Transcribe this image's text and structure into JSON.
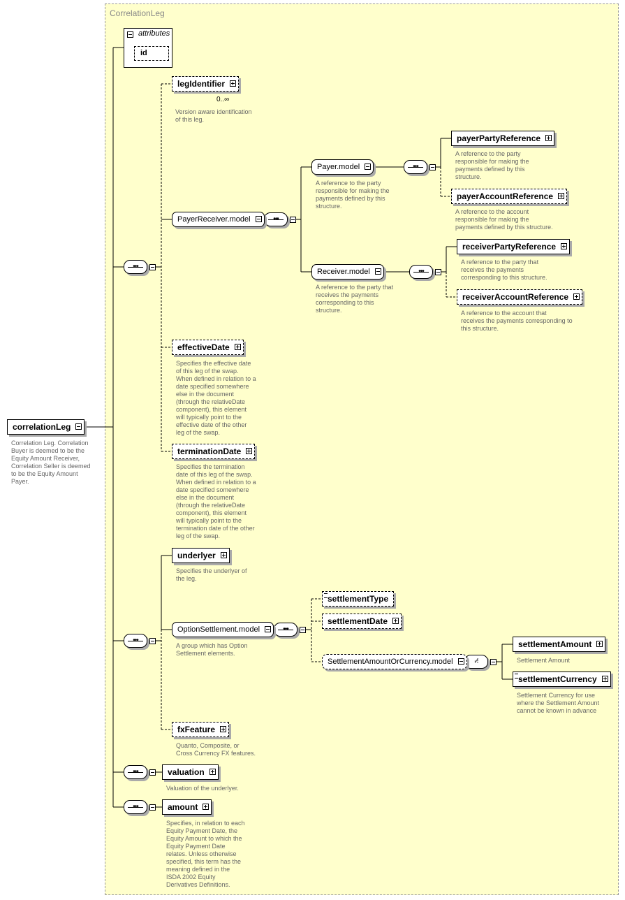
{
  "container": {
    "title": "CorrelationLeg"
  },
  "attributes": {
    "title": "attributes",
    "id_label": "id"
  },
  "root": {
    "label": "correlationLeg",
    "doc": "Correlation Leg. Correlation\nBuyer is deemed to be the\nEquity Amount Receiver,\nCorrelation Seller is deemed\nto be the Equity Amount\nPayer."
  },
  "legIdentifier": {
    "label": "legIdentifier",
    "occurrence": "0..∞",
    "doc": "Version aware identification\nof this leg."
  },
  "payerReceiver": {
    "label": "PayerReceiver.model"
  },
  "payerModel": {
    "label": "Payer.model",
    "doc": "A reference to the party\nresponsible for making the\npayments defined by this\nstructure."
  },
  "payerPartyReference": {
    "label": "payerPartyReference",
    "doc": "A reference to the party\nresponsible for making the\npayments defined by this\nstructure."
  },
  "payerAccountReference": {
    "label": "payerAccountReference",
    "doc": "A reference to the account\nresponsible for making the\npayments defined by this structure."
  },
  "receiverModel": {
    "label": "Receiver.model",
    "doc": "A reference to the party that\nreceives the payments\ncorresponding to this\nstructure."
  },
  "receiverPartyReference": {
    "label": "receiverPartyReference",
    "doc": "A reference to the party that\nreceives the payments\ncorresponding to this structure."
  },
  "receiverAccountReference": {
    "label": "receiverAccountReference",
    "doc": "A reference to the account that\nreceives the payments corresponding to\nthis structure."
  },
  "effectiveDate": {
    "label": "effectiveDate",
    "doc": "Specifies the effective date\nof this leg of the swap.\nWhen defined in relation to a\ndate specified somewhere\nelse in the document\n(through the relativeDate\ncomponent), this element\nwill typically point to the\neffective date of the other\nleg of the swap."
  },
  "terminationDate": {
    "label": "terminationDate",
    "doc": "Specifies the termination\ndate of this leg of the swap.\nWhen defined in relation to a\ndate specified somewhere\nelse in the document\n(through the relativeDate\ncomponent), this element\nwill typically point to the\ntermination date of the other\nleg of the swap."
  },
  "underlyer": {
    "label": "underlyer",
    "doc": "Specifies the underlyer of\nthe leg."
  },
  "optionSettlement": {
    "label": "OptionSettlement.model",
    "doc": "A group which has Option\nSettlement elements."
  },
  "settlementType": {
    "label": "settlementType"
  },
  "settlementDate": {
    "label": "settlementDate"
  },
  "settlementAmountOrCurrency": {
    "label": "SettlementAmountOrCurrency.model"
  },
  "settlementAmount": {
    "label": "settlementAmount",
    "doc": "Settlement Amount"
  },
  "settlementCurrency": {
    "label": "settlementCurrency",
    "doc": "Settlement Currency for use\nwhere the Settlement Amount\ncannot be known in advance"
  },
  "fxFeature": {
    "label": "fxFeature",
    "doc": "Quanto, Composite, or\nCross Currency FX features."
  },
  "valuation": {
    "label": "valuation",
    "doc": "Valuation of the underlyer."
  },
  "amount": {
    "label": "amount",
    "doc": "Specifies, in relation to each\nEquity Payment Date, the\nEquity Amount to which the\nEquity Payment Date\nrelates. Unless otherwise\nspecified, this term has the\nmeaning defined in the\nISDA 2002 Equity\nDerivatives Definitions."
  }
}
